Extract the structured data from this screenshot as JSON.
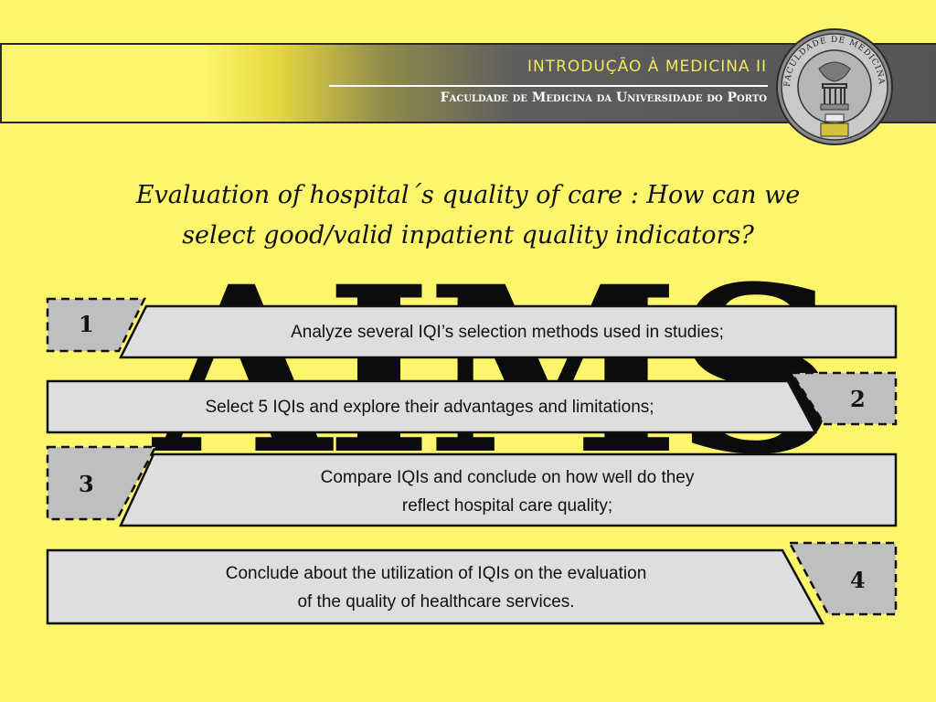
{
  "header": {
    "course_title": "INTRODUÇÃO À MEDICINA II",
    "faculty_name": "Faculdade de Medicina da Universidade do Porto",
    "seal_text": "FACULDADE DE MEDICINA DO PORTO"
  },
  "slide": {
    "title_line1": "Evaluation of hospital´s quality of care : How can we",
    "title_line2": "select good/valid inpatient quality indicators?",
    "watermark": "AIMS"
  },
  "aims": [
    {
      "number": "1",
      "lines": [
        "Analyze several IQI’s selection methods used in studies;"
      ]
    },
    {
      "number": "2",
      "lines": [
        "Select 5 IQIs and explore their advantages and limitations;"
      ]
    },
    {
      "number": "3",
      "lines": [
        "Compare IQIs and conclude on how well do they",
        "reflect hospital care quality;"
      ]
    },
    {
      "number": "4",
      "lines": [
        "Conclude about the utilization of IQIs on the evaluation",
        "of the quality of healthcare services."
      ]
    }
  ],
  "colors": {
    "background": "#fdf66b",
    "box_fill": "#dedede",
    "number_fill": "#bfbfbf",
    "header_dark": "#555555"
  }
}
